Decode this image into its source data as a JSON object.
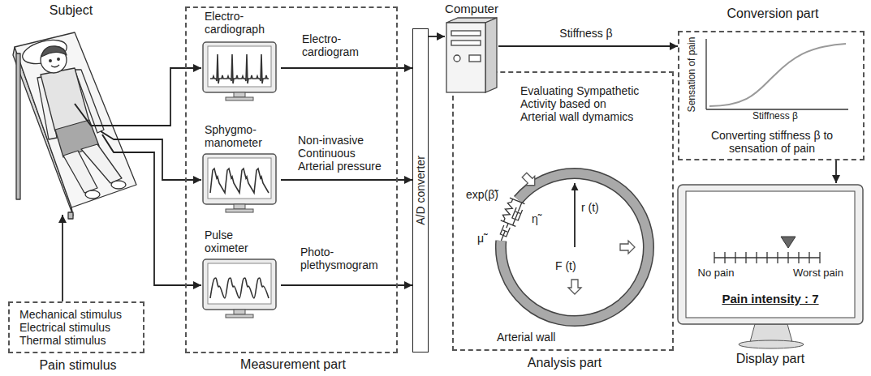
{
  "diagram": {
    "nodes": [
      {
        "text": [
          "Subject"
        ]
      },
      {
        "text": [
          "Mechanical stimulus Electrical stimulus Thermal stimulus",
          "Pain stimulus"
        ]
      },
      {
        "text": [
          "Measurement part"
        ]
      },
      {
        "text": [
          "Electro- cardiograph"
        ],
        "in": 2
      },
      {
        "text": [
          "Sphygmo- manometer"
        ],
        "in": 2
      },
      {
        "text": [
          "Pulse oximeter"
        ],
        "in": 2
      },
      {
        "text": [
          "A/D converter"
        ]
      },
      {
        "text": [
          "Computer"
        ]
      },
      {
        "text": [
          "Evaluating Sympathetic Activity based on Arterial wall dymamics",
          "Analysis part"
        ]
      },
      {
        "text": [
          "Conversion part",
          "Converting stiffness β to sensation of pain"
        ]
      },
      {
        "text": [
          "No pain",
          "Worst pain",
          "Pain intensity : 7",
          "Display part"
        ]
      }
    ],
    "edges": [
      {
        "from": 1,
        "to": 0,
        "arrow": "to"
      },
      {
        "from": 0,
        "to": 3,
        "arrow": "to"
      },
      {
        "from": 0,
        "to": 4,
        "arrow": "to"
      },
      {
        "from": 0,
        "to": 5,
        "arrow": "to"
      },
      {
        "from": 3,
        "to": 6,
        "label": "Electro- cardiogram",
        "arrow": "to"
      },
      {
        "from": 4,
        "to": 6,
        "label": "Non-invasive Continuous Arterial pressure",
        "arrow": "to"
      },
      {
        "from": 5,
        "to": 6,
        "label": "Photo- plethysmogram",
        "arrow": "to"
      },
      {
        "from": 6,
        "to": 7,
        "arrow": "to"
      },
      {
        "from": 7,
        "to": 9,
        "label": "Stiffness β",
        "arrow": "to"
      },
      {
        "from": 9,
        "to": 10,
        "arrow": "to"
      }
    ],
    "labels": [
      "Sensation of pain",
      "Stiffness β",
      "exp(β̃)",
      "η̃",
      "μ̃",
      "r (t)",
      "F (t)",
      "Arterial wall"
    ]
  }
}
